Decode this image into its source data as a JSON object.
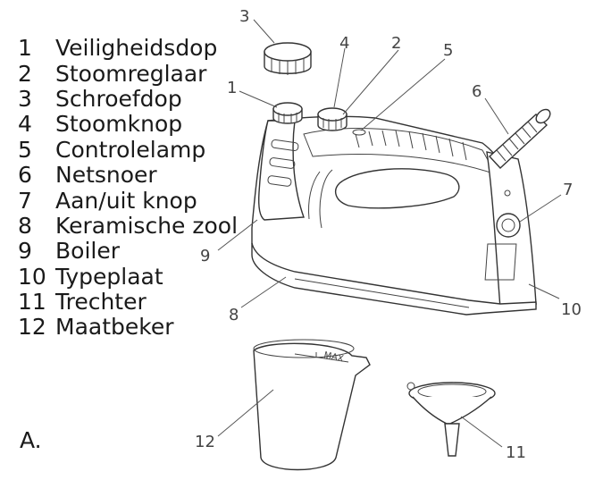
{
  "legend": [
    {
      "num": "1",
      "label": "Veiligheidsdop"
    },
    {
      "num": "2",
      "label": "Stoomreglaar"
    },
    {
      "num": "3",
      "label": "Schroefdop"
    },
    {
      "num": "4",
      "label": "Stoomknop"
    },
    {
      "num": "5",
      "label": "Controlelamp"
    },
    {
      "num": "6",
      "label": "Netsnoer"
    },
    {
      "num": "7",
      "label": "Aan/uit knop"
    },
    {
      "num": "8",
      "label": "Keramische zool"
    },
    {
      "num": "9",
      "label": "Boiler"
    },
    {
      "num": "10",
      "label": "Typeplaat"
    },
    {
      "num": "11",
      "label": "Trechter"
    },
    {
      "num": "12",
      "label": "Maatbeker"
    }
  ],
  "figure_label": "A.",
  "callouts": {
    "c1": "1",
    "c2": "2",
    "c3": "3",
    "c4": "4",
    "c5": "5",
    "c6": "6",
    "c7": "7",
    "c8": "8",
    "c9": "9",
    "c10": "10",
    "c11": "11",
    "c12": "12"
  },
  "cup_mark": "MAX"
}
